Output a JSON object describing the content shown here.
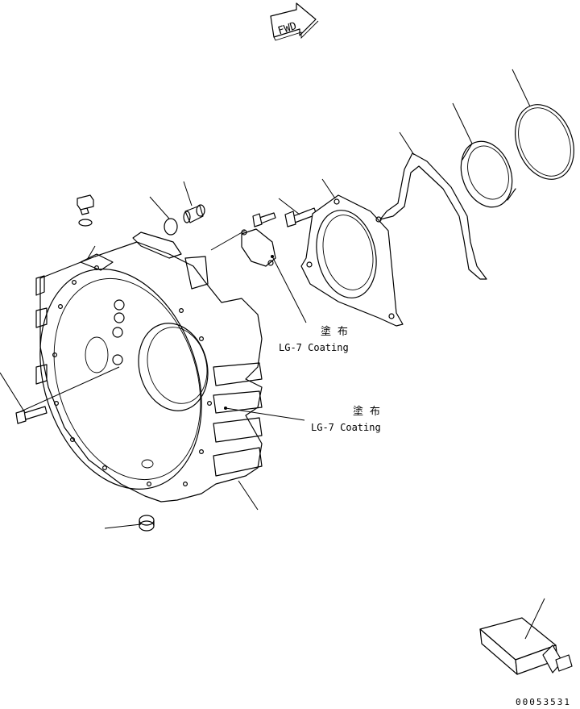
{
  "diagram": {
    "fwd_label": "FWD",
    "callouts": [
      {
        "jp": "塗 布",
        "en": "LG-7 Coating"
      },
      {
        "jp": "塗 布",
        "en": "LG-7 Coating"
      }
    ],
    "figure_number": "00053531"
  }
}
